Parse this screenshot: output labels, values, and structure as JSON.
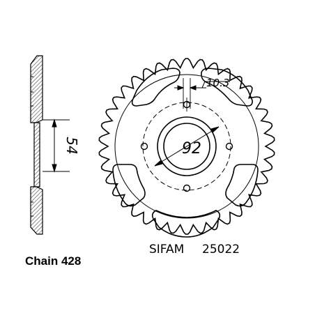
{
  "drawing": {
    "dimension_bolt_circle": "92",
    "dimension_hole_spacing": "10.3",
    "dimension_hub": "54",
    "chain_label": "Chain 428",
    "brand": "SIFAM",
    "part_number": "25022",
    "tooth_count": 38,
    "line_color": "#000000",
    "hatch_color": "#444444"
  }
}
